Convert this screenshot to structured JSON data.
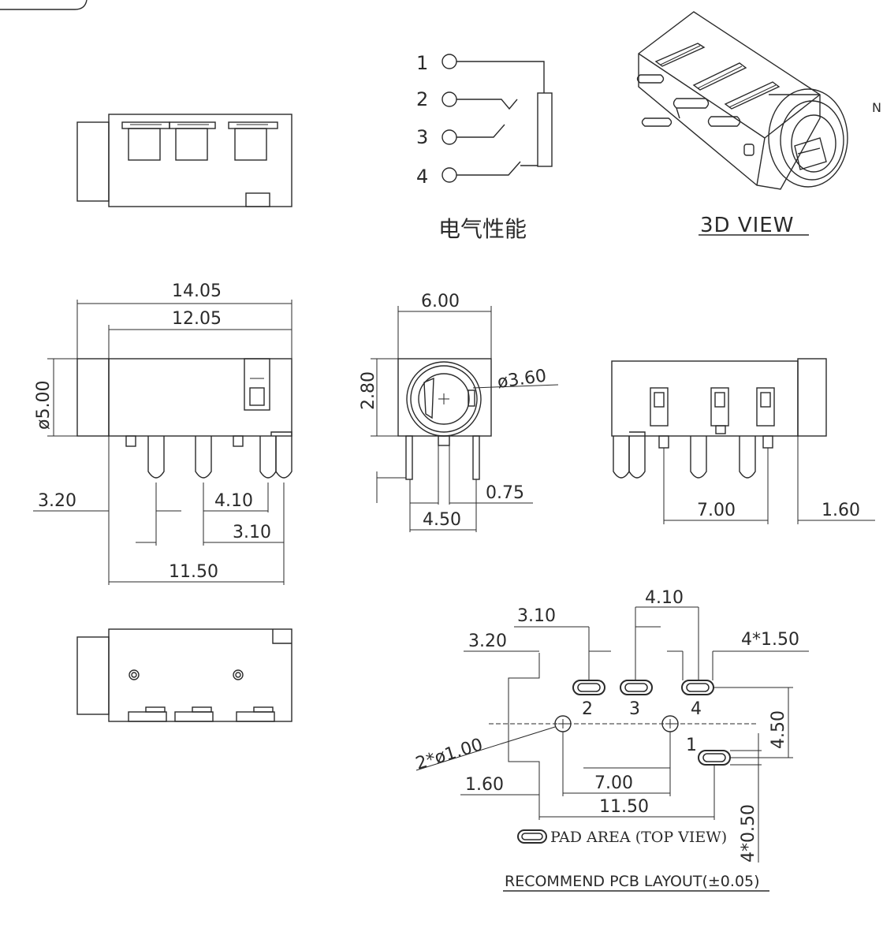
{
  "schematic": {
    "pins": [
      "1",
      "2",
      "3",
      "4"
    ],
    "title": "电气性能"
  },
  "view_3d": {
    "label": "3D VIEW",
    "corner_mark": "N"
  },
  "side_view": {
    "dims": {
      "overall_length": "14.05",
      "body_length": "12.05",
      "diameter": "ø5.00",
      "offset_left": "3.20",
      "pin_spacing_a": "4.10",
      "pin_spacing_b": "3.10",
      "span": "11.50"
    }
  },
  "front_view": {
    "dims": {
      "width": "6.00",
      "height": "2.80",
      "bore": "ø3.60",
      "pin_width": "0.75",
      "pin_span": "4.50"
    }
  },
  "rear_view": {
    "dims": {
      "pin_spacing": "7.00",
      "edge_offset": "1.60"
    }
  },
  "pcb_layout": {
    "dims": {
      "d_3_10": "3.10",
      "d_4_10": "4.10",
      "d_3_20": "3.20",
      "pad_width": "4*1.50",
      "hole_dia": "2*ø1.00",
      "d_1_60": "1.60",
      "d_7_00": "7.00",
      "d_11_50": "11.50",
      "d_4_50": "4.50",
      "pad_height": "4*0.50"
    },
    "pads": [
      "1",
      "2",
      "3",
      "4"
    ],
    "legend_label": "PAD AREA (TOP VIEW)",
    "title": "RECOMMEND PCB LAYOUT(±0.05)"
  }
}
